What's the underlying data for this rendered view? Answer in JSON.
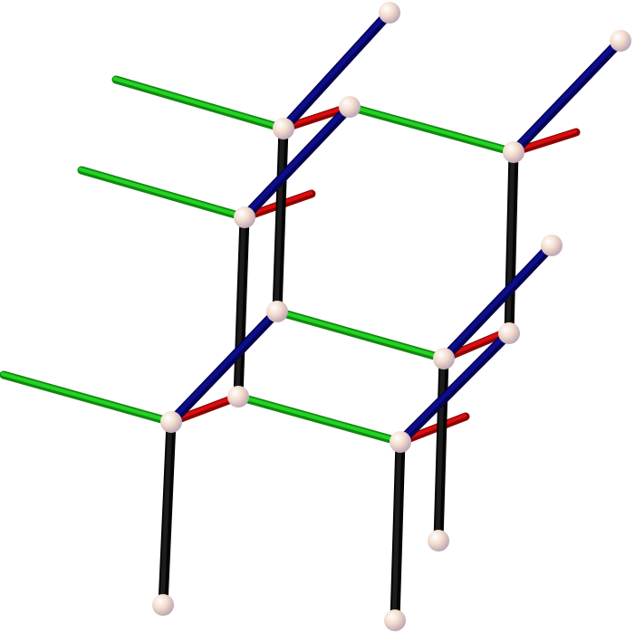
{
  "diagram": {
    "colors": {
      "green": "#22d422",
      "green_dark": "#128712",
      "blue": "#0d0d8e",
      "blue_dark": "#050550",
      "red": "#dd0d0d",
      "red_dark": "#8a0606",
      "black": "#050505",
      "node_light": "#ffffff",
      "node_mid": "#f3dccd",
      "node_dark": "#b59fb0",
      "background": "#ffffff"
    },
    "bond_types": [
      "green",
      "blue",
      "red",
      "black"
    ],
    "nodes": [
      "n1",
      "n2",
      "n3",
      "n4",
      "n5",
      "n6",
      "n7",
      "n8",
      "t1",
      "t2",
      "t3",
      "b1",
      "b2",
      "b3",
      "r1"
    ]
  }
}
